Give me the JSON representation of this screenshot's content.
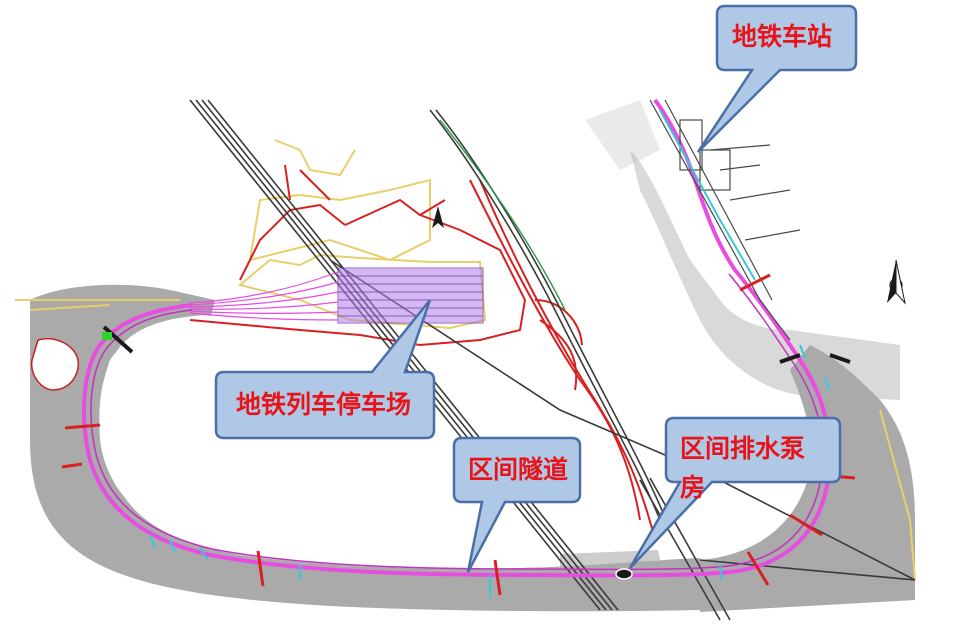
{
  "callouts": {
    "station": "地铁车站",
    "depot": "地铁列车停车场",
    "tunnel": "区间隧道",
    "pump_line1": "区间排水泵",
    "pump_line2": "房"
  },
  "colors": {
    "callout_fill": "#aec8e6",
    "callout_stroke": "#4a6ea8",
    "callout_text": "#e8141a",
    "terrain": "#8e8e8e",
    "route": "#e84ce0",
    "depot_tracks": "#a46be0",
    "rail_lines": "#3a3a3a",
    "red_lines": "#d82020",
    "yellow_lines": "#e8cf6a",
    "cyan_marks": "#38c8d8"
  },
  "icons": [
    "north-arrow-icon",
    "north-arrow-icon"
  ]
}
